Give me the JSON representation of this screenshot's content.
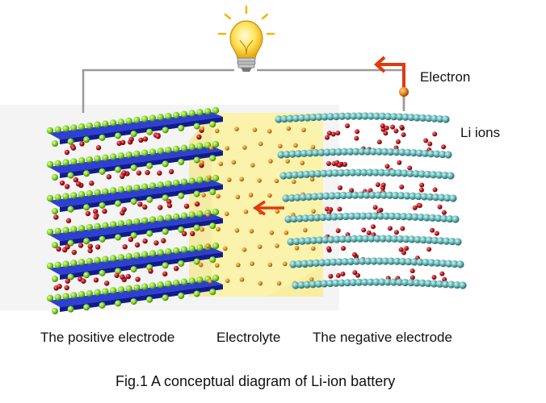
{
  "labels": {
    "electron": "Electron",
    "li_ions": "Li ions",
    "positive_electrode": "The positive electrode",
    "electrolyte": "Electrolyte",
    "negative_electrode": "The negative electrode",
    "caption": "Fig.1  A conceptual diagram of Li-ion battery"
  },
  "colors": {
    "positive_layer": "#1c2fd0",
    "positive_atom": "#7ed321",
    "li_ion": "#b3131b",
    "electrolyte_fill": "#fbf2a6",
    "electrolyte_ion": "#e08a1e",
    "negative_atom": "#5fb3b3",
    "wire": "#9a9a9a",
    "arrow": "#e03a10",
    "electron": "#c8641a",
    "bulb_glass": "#ffe45a"
  },
  "icons": {
    "bulb": "light-bulb-icon",
    "flow_arrow": "arrow-left-icon",
    "electron_arrow": "arrow-left-icon"
  }
}
